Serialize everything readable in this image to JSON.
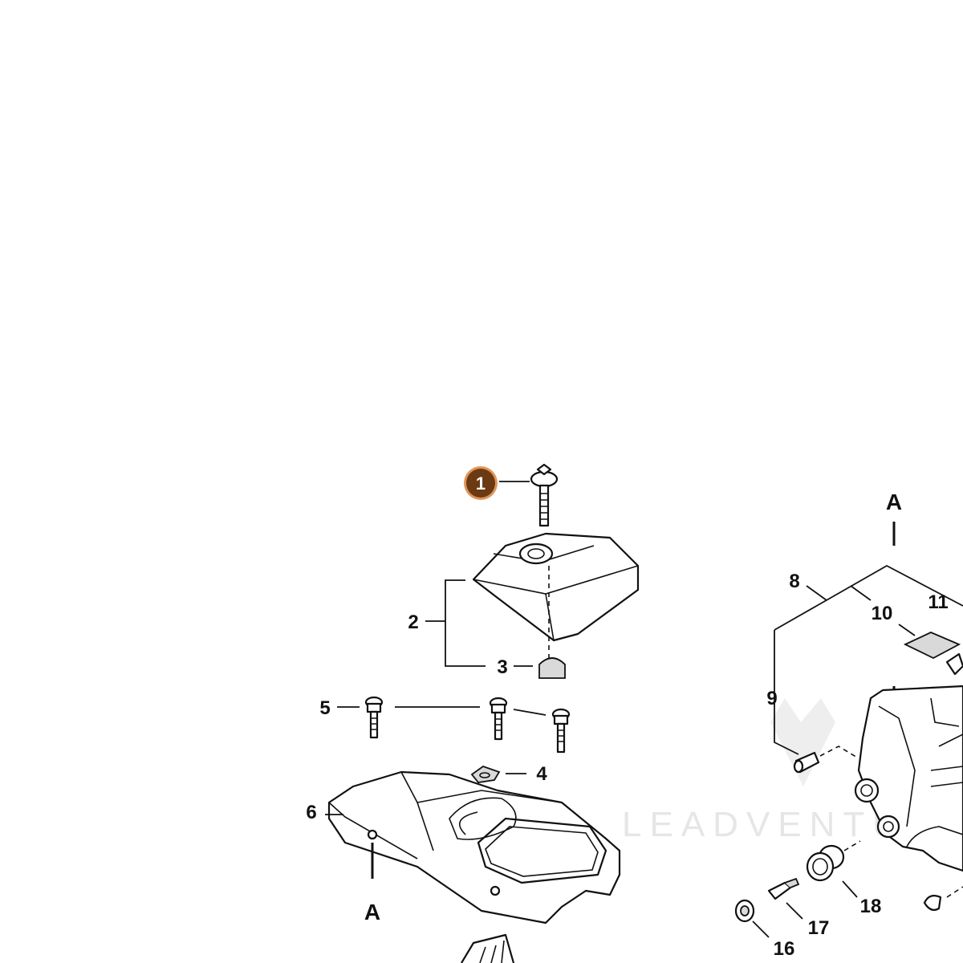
{
  "callouts": {
    "c1": "1",
    "c2": "2",
    "c3": "3",
    "c4": "4",
    "c5": "5",
    "c6": "6",
    "c8": "8",
    "c9": "9",
    "c10": "10",
    "c11": "11",
    "c16": "16",
    "c17": "17",
    "c18": "18"
  },
  "section_marks": {
    "top": "A",
    "bottom": "A"
  },
  "watermark": {
    "text": "LEADVENTURE"
  },
  "colors": {
    "badge_fill": "#6b3a12",
    "badge_ring": "#e0955a",
    "line": "#111111"
  },
  "highlighted_part": "1"
}
